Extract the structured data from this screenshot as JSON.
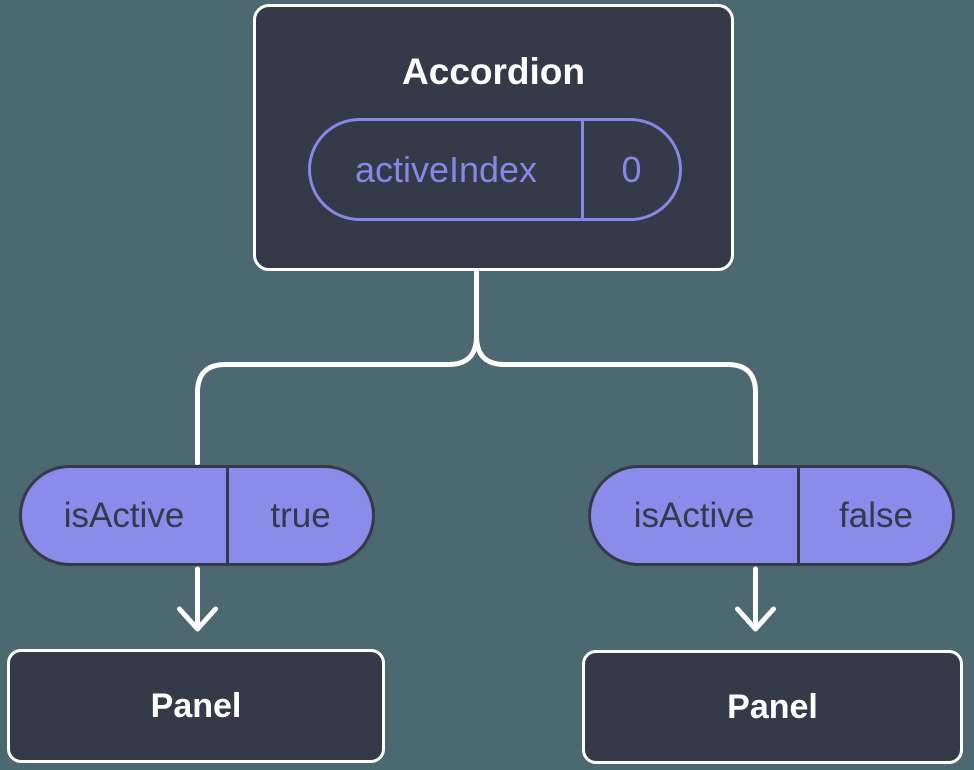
{
  "diagram": {
    "description": "React component tree showing an Accordion passing isActive state to two Panel children",
    "colors": {
      "background": "#4C6870",
      "node_fill": "#343A47",
      "node_border": "#FFFFFF",
      "pill_fill": "#8B8BEC",
      "pill_outline": "#8886E8",
      "pill_dark_text": "#343A47",
      "connector": "#FFFFFF"
    },
    "tree": {
      "root": {
        "title": "Accordion",
        "prop": {
          "name": "activeIndex",
          "value": "0"
        }
      },
      "branches": [
        {
          "prop": {
            "name": "isActive",
            "value": "true"
          },
          "child": {
            "title": "Panel"
          }
        },
        {
          "prop": {
            "name": "isActive",
            "value": "false"
          },
          "child": {
            "title": "Panel"
          }
        }
      ]
    }
  }
}
